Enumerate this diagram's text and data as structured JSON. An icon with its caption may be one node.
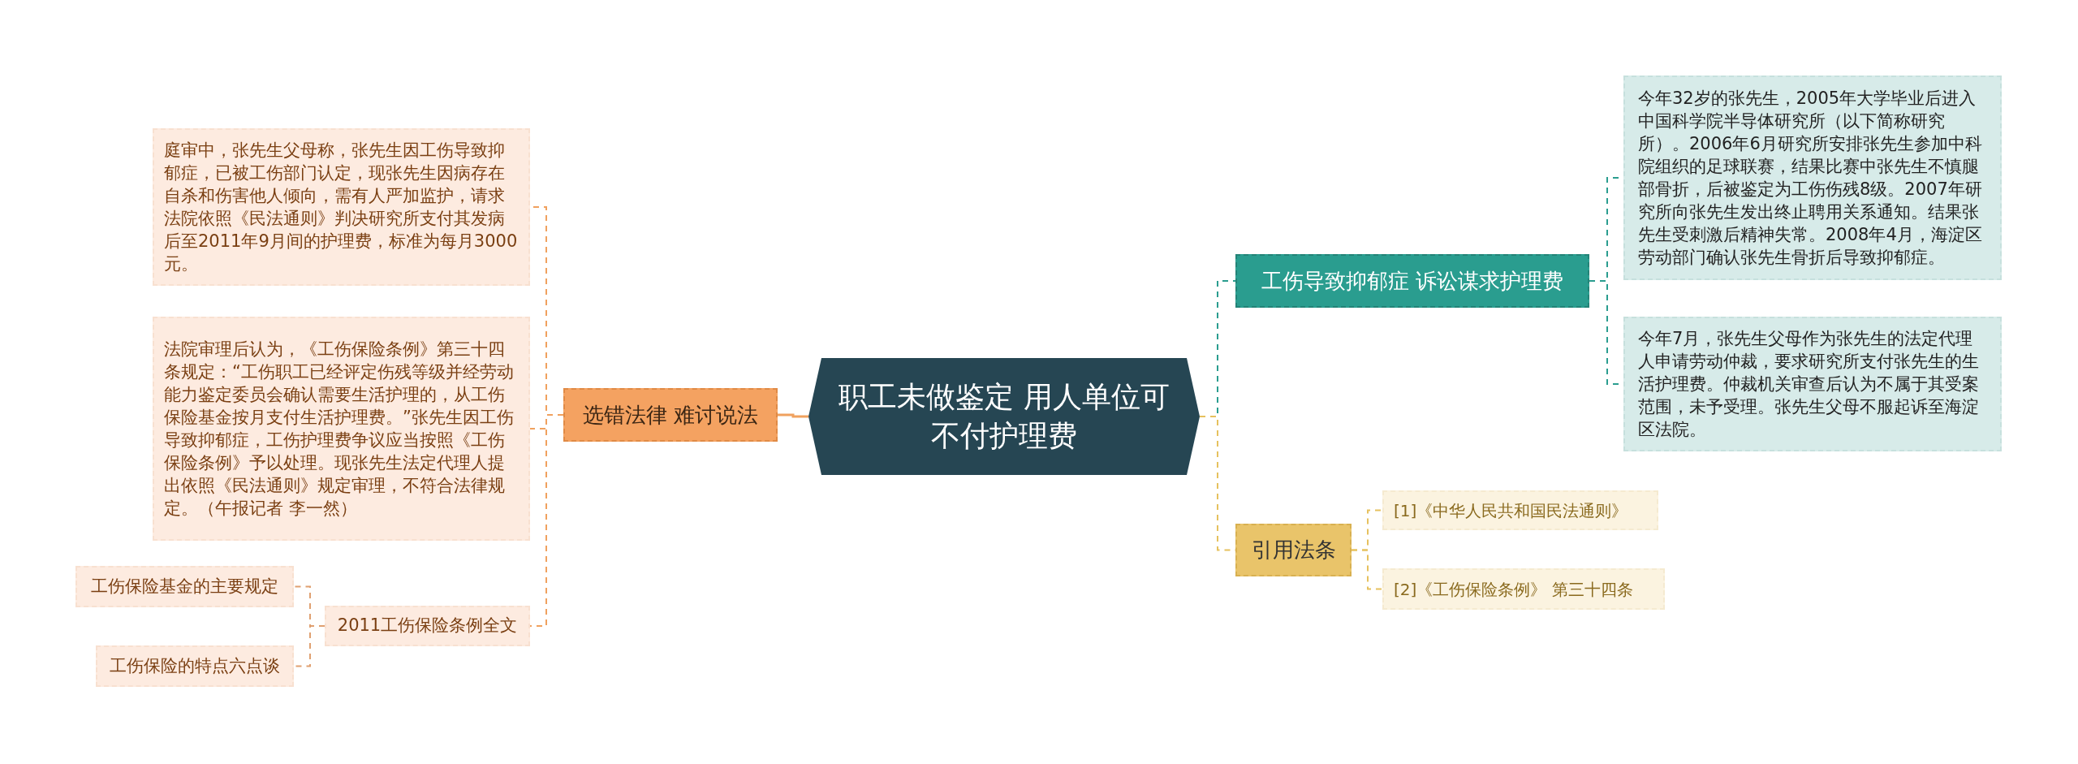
{
  "diagram": {
    "nodes": [
      {
        "text": [
          "职工未做鉴定 用人单位可不付护理费"
        ]
      },
      {
        "text": [
          "选错法律 难讨说法"
        ]
      },
      {
        "text": [
          "庭审中，张先生父母称，张先生因工伤导致抑郁症，已被工伤部门认定，现张先生因病存在自杀和伤害他人倾向，需有人严加监护，请求法院依照《民法通则》判决研究所支付其发病后至2011年9月间的护理费，标准为每月3000元。"
        ]
      },
      {
        "text": [
          "法院审理后认为，《工伤保险条例》第三十四条规定：“工伤职工已经评定伤残等级并经劳动能力鉴定委员会确认需要生活护理的，从工伤保险基金按月支付生活护理费。”张先生因工伤导致抑郁症，工伤护理费争议应当按照《工伤保险条例》予以处理。现张先生法定代理人提出依照《民法通则》规定审理，不符合法律规定。（午报记者 李一然）"
        ]
      },
      {
        "text": [
          "2011工伤保险条例全文"
        ]
      },
      {
        "text": [
          "工伤保险基金的主要规定"
        ]
      },
      {
        "text": [
          "工伤保险的特点六点谈"
        ]
      },
      {
        "text": [
          "工伤导致抑郁症 诉讼谋求护理费"
        ]
      },
      {
        "text": [
          "今年32岁的张先生，2005年大学毕业后进入中国科学院半导体研究所（以下简称研究所）。2006年6月研究所安排张先生参加中科院组织的足球联赛，结果比赛中张先生不慎腿部骨折，后被鉴定为工伤伤残8级。2007年研究所向张先生发出终止聘用关系通知。结果张先生受刺激后精神失常。2008年4月，海淀区劳动部门确认张先生骨折后导致抑郁症。"
        ]
      },
      {
        "text": [
          "今年7月，张先生父母作为张先生的法定代理人申请劳动仲裁，要求研究所支付张先生的生活护理费。仲裁机关审查后认为不属于其受案范围，未予受理。张先生父母不服起诉至海淀区法院。"
        ]
      },
      {
        "text": [
          "引用法条"
        ]
      },
      {
        "text": [
          "[1]《中华人民共和国民法通则》"
        ]
      },
      {
        "text": [
          "[2]《工伤保险条例》 第三十四条"
        ]
      }
    ],
    "edges": [
      {
        "from": 0,
        "to": 1,
        "arrow": "none",
        "color": "#f0a15e"
      },
      {
        "from": 1,
        "to": 2,
        "arrow": "none",
        "style": "dashed",
        "color": "#f0a15e"
      },
      {
        "from": 1,
        "to": 3,
        "arrow": "none",
        "style": "dashed",
        "color": "#f0a15e"
      },
      {
        "from": 1,
        "to": 4,
        "arrow": "none",
        "style": "dashed",
        "color": "#f0a15e"
      },
      {
        "from": 4,
        "to": 5,
        "arrow": "none",
        "style": "dashed",
        "color": "#e0a070"
      },
      {
        "from": 4,
        "to": 6,
        "arrow": "none",
        "style": "dashed",
        "color": "#e0a070"
      },
      {
        "from": 0,
        "to": 7,
        "arrow": "none",
        "style": "dashed",
        "color": "#2a9d8f"
      },
      {
        "from": 7,
        "to": 8,
        "arrow": "none",
        "style": "dashed",
        "color": "#2a9d8f"
      },
      {
        "from": 7,
        "to": 9,
        "arrow": "none",
        "style": "dashed",
        "color": "#2a9d8f"
      },
      {
        "from": 0,
        "to": 10,
        "arrow": "none",
        "style": "dashed",
        "color": "#e6c15e"
      },
      {
        "from": 10,
        "to": 11,
        "arrow": "none",
        "style": "dashed",
        "color": "#e6c15e"
      },
      {
        "from": 10,
        "to": 12,
        "arrow": "none",
        "style": "dashed",
        "color": "#e6c15e"
      }
    ]
  }
}
